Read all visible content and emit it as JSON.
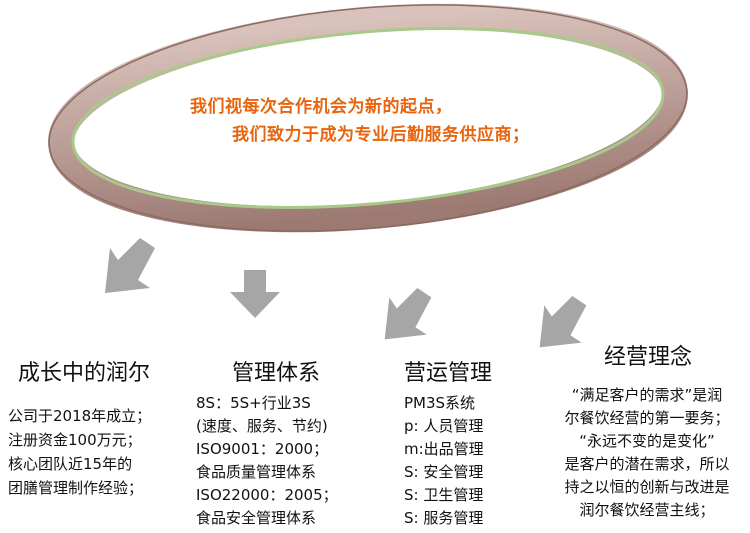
{
  "colors": {
    "slogan": "#e8650f",
    "ring_outer": "#c7a9a0",
    "ring_rim": "#a9c98a",
    "arrow": "#a6a6a6"
  },
  "slogan": {
    "line1": "我们视每次合作机会为新的起点，",
    "line2": "我们致力于成为专业后勤服务供应商；"
  },
  "sections": [
    {
      "icon": "arrow-down-left-icon",
      "heading": "成长中的润尔",
      "lines": [
        "公司于2018年成立；",
        "注册资金100万元；",
        "核心团队近15年的",
        "团膳管理制作经验；"
      ]
    },
    {
      "icon": "arrow-down-icon",
      "heading": "管理体系",
      "lines": [
        "8S：5S+行业3S",
        "(速度、服务、节约)",
        "ISO9001：2000；",
        "食品质量管理体系",
        "ISO22000：2005；",
        "食品安全管理体系"
      ]
    },
    {
      "icon": "arrow-down-left-icon",
      "heading": "营运管理",
      "lines": [
        "PM3S系统",
        "p: 人员管理",
        "m:出品管理",
        "S: 安全管理",
        "S: 卫生管理",
        "S: 服务管理"
      ]
    },
    {
      "icon": "arrow-down-left-icon",
      "heading": "经营理念",
      "lines": [
        "“满足客户的需求”是润",
        "尔餐饮经营的第一要务；",
        "“永远不变的是变化”",
        "是客户的潜在需求，所以",
        "持之以恒的创新与改进是",
        "润尔餐饮经营主线；"
      ]
    }
  ]
}
